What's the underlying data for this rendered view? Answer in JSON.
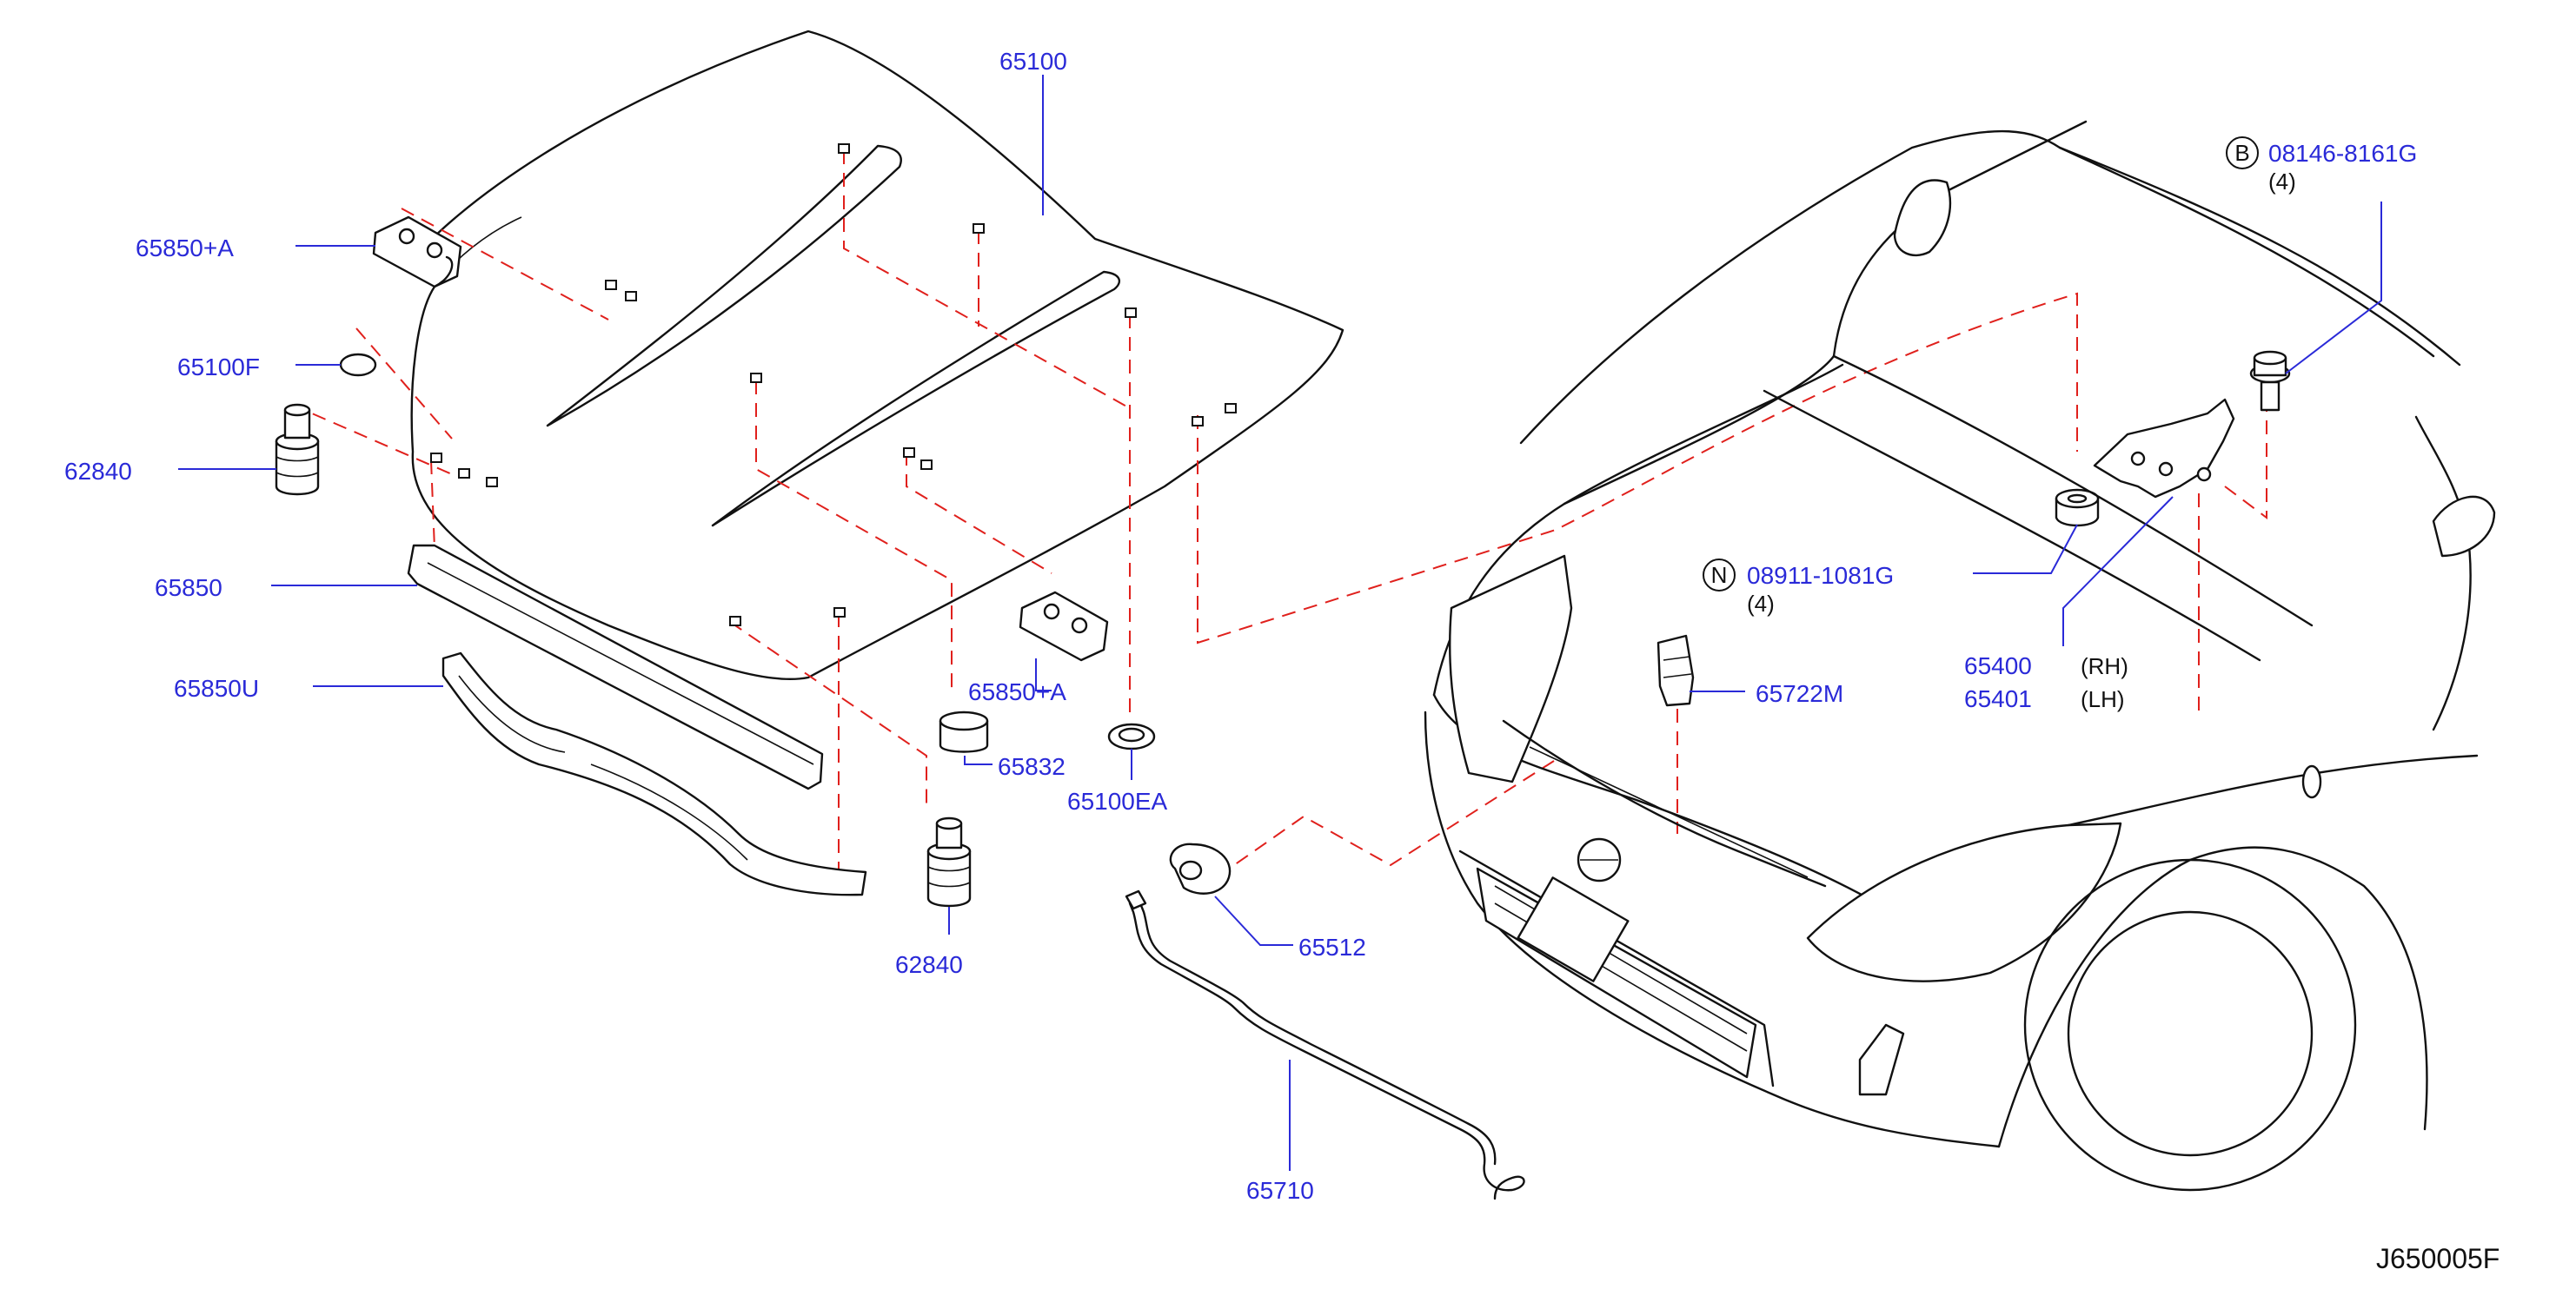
{
  "diagram_code": "J650005F",
  "labels": {
    "hood": "65100",
    "hinge_bracket_top": "65850+A",
    "hinge_bracket_mid": "65850+A",
    "hood_seal_ring": "65100F",
    "bumper_rubber_left": "62840",
    "bumper_rubber_bottom": "62840",
    "hood_seal_strip": "65850",
    "hood_seal_under": "65850U",
    "bumper_cap": "65832",
    "grommet": "65100EA",
    "hood_stay_grommet": "65512",
    "hood_stay_rod": "65710",
    "rod_clip": "65722M",
    "hinge_rh": "65400",
    "hinge_lh": "65401",
    "hinge_rh_side": "(RH)",
    "hinge_lh_side": "(LH)",
    "bolt_part": "08146-8161G",
    "bolt_qty": "(4)",
    "bolt_prefix": "B",
    "nut_part": "08911-1081G",
    "nut_qty": "(4)",
    "nut_prefix": "N"
  },
  "colors": {
    "label": "#2a2ad8",
    "dashed_leader": "#e0201c",
    "outline": "#111111"
  }
}
